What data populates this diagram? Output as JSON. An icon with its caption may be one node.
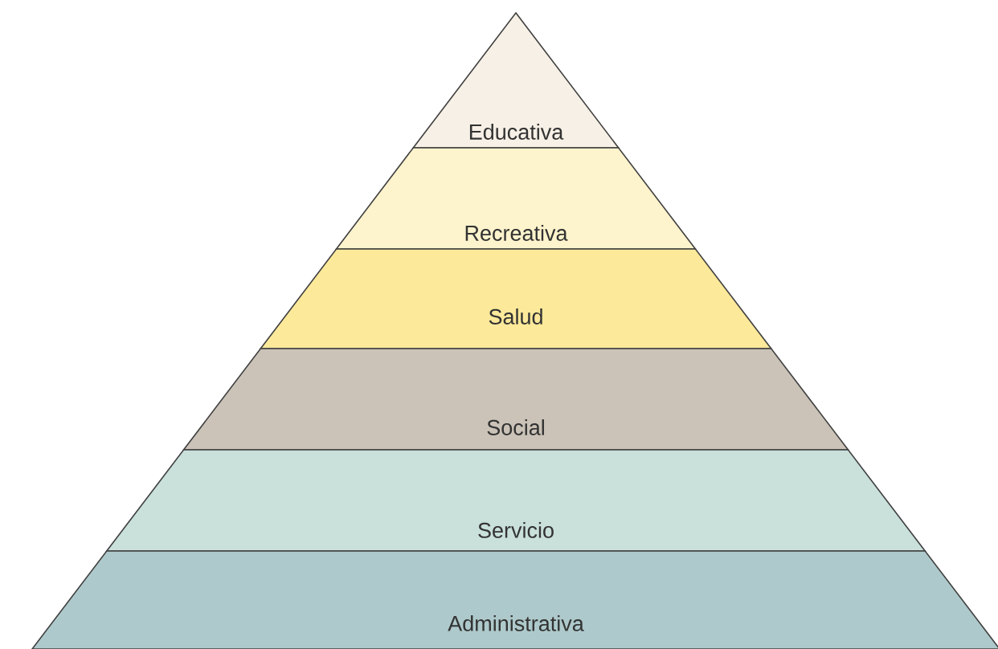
{
  "diagram": {
    "nodes": [
      {
        "text": [
          "Educativa"
        ]
      },
      {
        "text": [
          "Recreativa"
        ]
      },
      {
        "text": [
          "Salud"
        ]
      },
      {
        "text": [
          "Social"
        ]
      },
      {
        "text": [
          "Servicio"
        ]
      },
      {
        "text": [
          "Administrativa"
        ]
      }
    ]
  }
}
